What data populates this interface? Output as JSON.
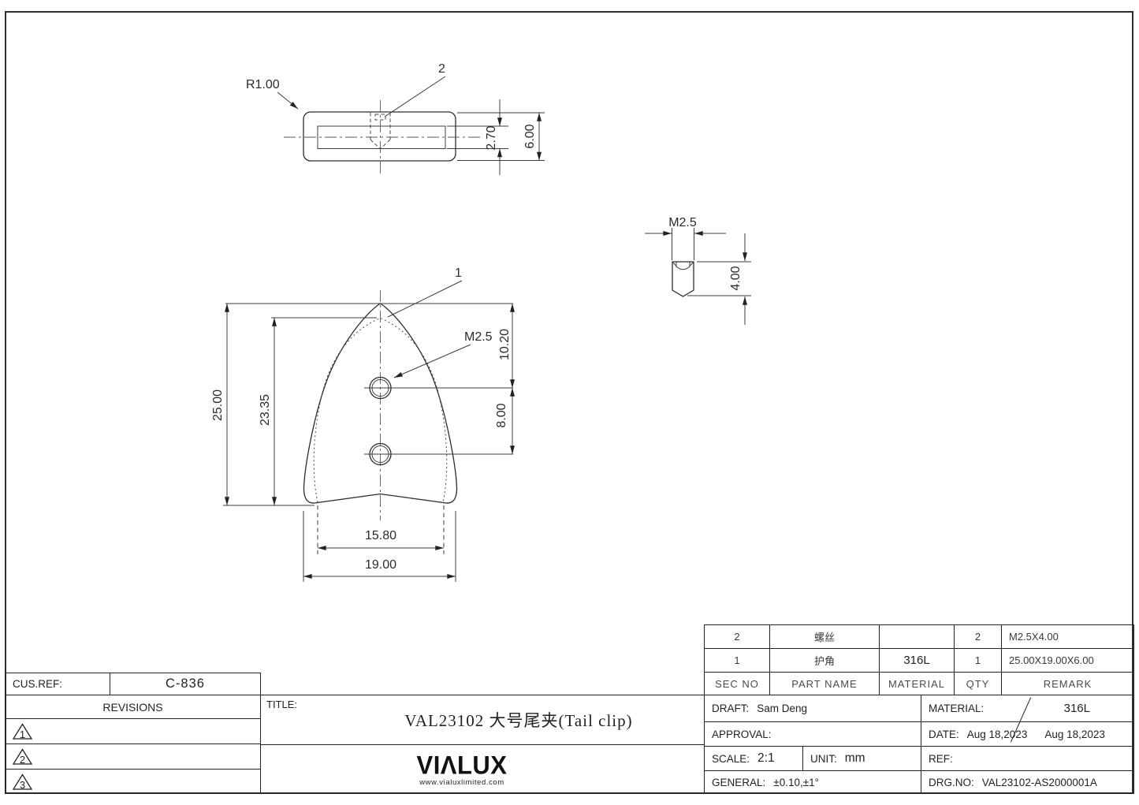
{
  "sheet": {
    "cus_ref_label": "CUS.REF:",
    "cus_ref_value": "C-836",
    "revisions_label": "REVISIONS",
    "revision_markers": [
      "1",
      "2",
      "3"
    ],
    "title_label": "TITLE:",
    "title_value": "VAL23102  大号尾夹(Tail clip)",
    "logo_text": "VIΛLUX",
    "logo_url": "www.vialuxlimited.com"
  },
  "bom": {
    "headers": [
      "SEC NO",
      "PART NAME",
      "MATERIAL",
      "QTY",
      "REMARK"
    ],
    "rows": [
      {
        "sec_no": "2",
        "part_name": "螺丝",
        "material": "",
        "qty": "2",
        "remark": "M2.5X4.00"
      },
      {
        "sec_no": "1",
        "part_name": "护角",
        "material": "316L",
        "qty": "1",
        "remark": "25.00X19.00X6.00"
      }
    ]
  },
  "info": {
    "draft_label": "DRAFT:",
    "draft_value": "Sam Deng",
    "approval_label": "APPROVAL:",
    "approval_value": "",
    "scale_label": "SCALE:",
    "scale_value": "2:1",
    "unit_label": "UNIT:",
    "unit_value": "mm",
    "general_label": "GENERAL:",
    "general_value": "±0.10,±1°",
    "material_label": "MATERIAL:",
    "material_value": "316L",
    "date_label": "DATE:",
    "date_value_1": "Aug 18,2023",
    "date_value_2": "Aug 18,2023",
    "ref_label": "REF:",
    "ref_value": "",
    "drg_label": "DRG.NO:",
    "drg_value": "VAL23102-AS2000001A"
  },
  "dims": {
    "top_view": {
      "radius": "R1.00",
      "slot_thickness": "2.70",
      "thickness": "6.00",
      "callout": "2"
    },
    "front_view": {
      "callout": "1",
      "thread": "M2.5",
      "overall_height": "25.00",
      "blade_height": "23.35",
      "hole_offset": "10.20",
      "hole_spacing": "8.00",
      "slot_width": "15.80",
      "overall_width": "19.00"
    },
    "screw_view": {
      "thread": "M2.5",
      "length": "4.00"
    }
  }
}
